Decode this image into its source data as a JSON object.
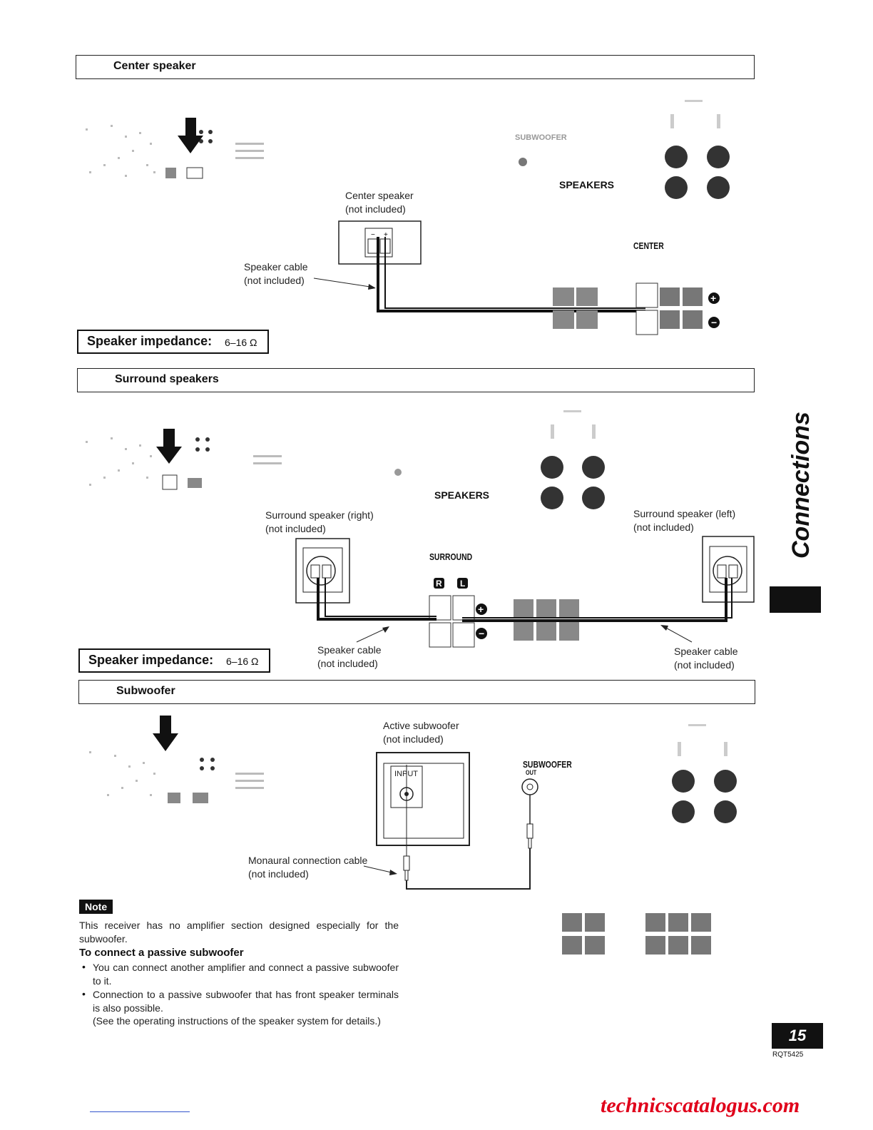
{
  "sections": {
    "center": {
      "title": "Center speaker",
      "impedance_label": "Speaker impedance:",
      "impedance_value": "6–16 Ω"
    },
    "surround": {
      "title": "Surround speakers",
      "impedance_label": "Speaker impedance:",
      "impedance_value": "6–16 Ω"
    },
    "subwoofer": {
      "title": "Subwoofer"
    }
  },
  "center_diagram": {
    "speaker_label_1": "Center speaker",
    "speaker_label_2": "(not included)",
    "cable_label_1": "Speaker cable",
    "cable_label_2": "(not included)",
    "speakers_label": "SPEAKERS",
    "center_label": "CENTER",
    "subwoofer_label": "SUBWOOFER"
  },
  "surround_diagram": {
    "speakers_label": "SPEAKERS",
    "surround_label": "SURROUND",
    "right_label_1": "Surround speaker (right)",
    "right_label_2": "(not included)",
    "left_label_1": "Surround speaker (left)",
    "left_label_2": "(not included)",
    "cable_left_1": "Speaker cable",
    "cable_left_2": "(not included)",
    "cable_right_1": "Speaker cable",
    "cable_right_2": "(not included)",
    "r_badge": "R",
    "l_badge": "L"
  },
  "subwoofer_diagram": {
    "active_label_1": "Active subwoofer",
    "active_label_2": "(not included)",
    "input_label": "INPUT",
    "sub_out_label": "SUBWOOFER",
    "out_label": "OUT",
    "cable_label_1": "Monaural connection cable",
    "cable_label_2": "(not included)"
  },
  "note": {
    "badge": "Note",
    "text": "This receiver has no amplifier section designed especially for the subwoofer.",
    "heading": "To connect a passive subwoofer",
    "bullet_1": "You can connect another amplifier and connect a passive subwoofer to it.",
    "bullet_2": "Connection to a passive subwoofer that has front speaker terminals is also possible.",
    "bullet_2b": "(See the operating instructions of the speaker system for details.)"
  },
  "side_tab": {
    "title": "Connections"
  },
  "footer": {
    "page_number": "15",
    "doc_code": "RQT5425",
    "watermark": "technicscatalogus.com"
  }
}
